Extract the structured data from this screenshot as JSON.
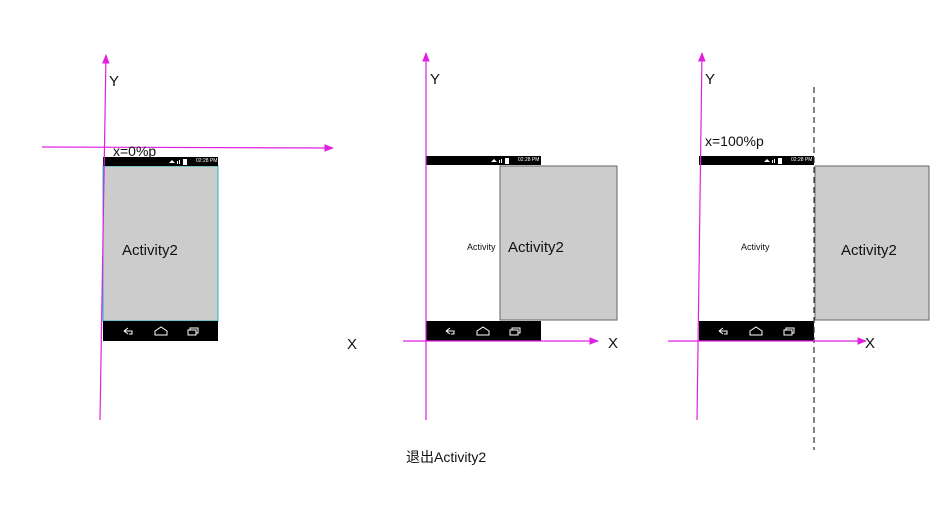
{
  "caption": "退出Activity2",
  "colors": {
    "axis": "#e020e0",
    "activity_fill": "#cccccc",
    "activity_border": "#666666",
    "bar": "#000000",
    "screen": "#ffffff",
    "left_edge_highlight": "#22b8c8",
    "dashed_line": "#333333"
  },
  "panels": [
    {
      "axis_y_label": "Y",
      "axis_x_label": "X",
      "position_label": "x=0%p",
      "activity2_label": "Activity2",
      "activity_label": "",
      "status_time": "02:28 PM",
      "nav_icons": [
        "back-icon",
        "home-icon",
        "recents-icon"
      ],
      "activity2_offset_pct": 0
    },
    {
      "axis_y_label": "Y",
      "axis_x_label": "X",
      "position_label": "",
      "activity2_label": "Activity2",
      "activity_label": "Activity",
      "status_time": "02:28 PM",
      "nav_icons": [
        "back-icon",
        "home-icon",
        "recents-icon"
      ],
      "activity2_offset_pct": 65
    },
    {
      "axis_y_label": "Y",
      "axis_x_label": "X",
      "position_label": "x=100%p",
      "activity2_label": "Activity2",
      "activity_label": "Activity",
      "status_time": "02:28 PM",
      "nav_icons": [
        "back-icon",
        "home-icon",
        "recents-icon"
      ],
      "activity2_offset_pct": 100
    }
  ]
}
